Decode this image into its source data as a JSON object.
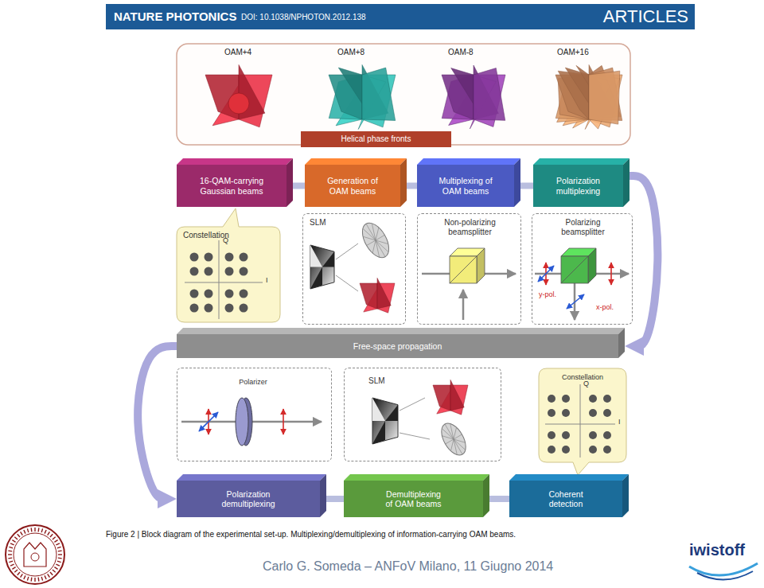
{
  "diagram": {
    "caption": "Figure 2 | Block diagram of the experimental set-up. Multiplexing/demultiplexing of information-carrying OAM beams.",
    "nodes": [
      {
        "text": [
          "NATURE PHOTONICS",
          "DOI: 10.1038/NPHOTON.2012.138",
          "ARTICLES"
        ]
      },
      {
        "text": [
          "Helical phase fronts"
        ]
      },
      {
        "text": [
          "16-QAM-carrying Gaussian beams"
        ]
      },
      {
        "text": [
          "Generation of OAM beams"
        ]
      },
      {
        "text": [
          "Multiplexing of OAM beams"
        ]
      },
      {
        "text": [
          "Polarization multiplexing"
        ]
      },
      {
        "text": [
          "Constellation",
          "Q",
          "I"
        ]
      },
      {
        "text": [
          "SLM"
        ]
      },
      {
        "text": [
          "Non-polarizing beamsplitter"
        ]
      },
      {
        "text": [
          "Polarizing beamsplitter",
          "y-pol.",
          "x-pol."
        ]
      },
      {
        "text": [
          "Free-space propagation"
        ]
      },
      {
        "text": [
          "Polarizer"
        ]
      },
      {
        "text": [
          "SLM"
        ]
      },
      {
        "text": [
          "Constellation",
          "Q",
          "I"
        ]
      },
      {
        "text": [
          "Polarization demultiplexing"
        ]
      },
      {
        "text": [
          "Demultiplexing of OAM beams"
        ]
      },
      {
        "text": [
          "Coherent detection"
        ]
      }
    ],
    "edges": [
      {
        "from": 2,
        "to": 3,
        "arrow": "none"
      },
      {
        "from": 3,
        "to": 4,
        "arrow": "none"
      },
      {
        "from": 4,
        "to": 5,
        "arrow": "none"
      },
      {
        "from": 5,
        "to": 10,
        "arrow": "to"
      },
      {
        "from": 10,
        "to": 14,
        "arrow": "to"
      },
      {
        "from": 14,
        "to": 15,
        "arrow": "none"
      },
      {
        "from": 15,
        "to": 16,
        "arrow": "none"
      }
    ],
    "labels": [
      "OAM+4",
      "OAM+8",
      "OAM-8",
      "OAM+16",
      "Carlo G. Someda – ANFoV Milano, 11 Giugno 2014",
      "iwistoff"
    ]
  }
}
